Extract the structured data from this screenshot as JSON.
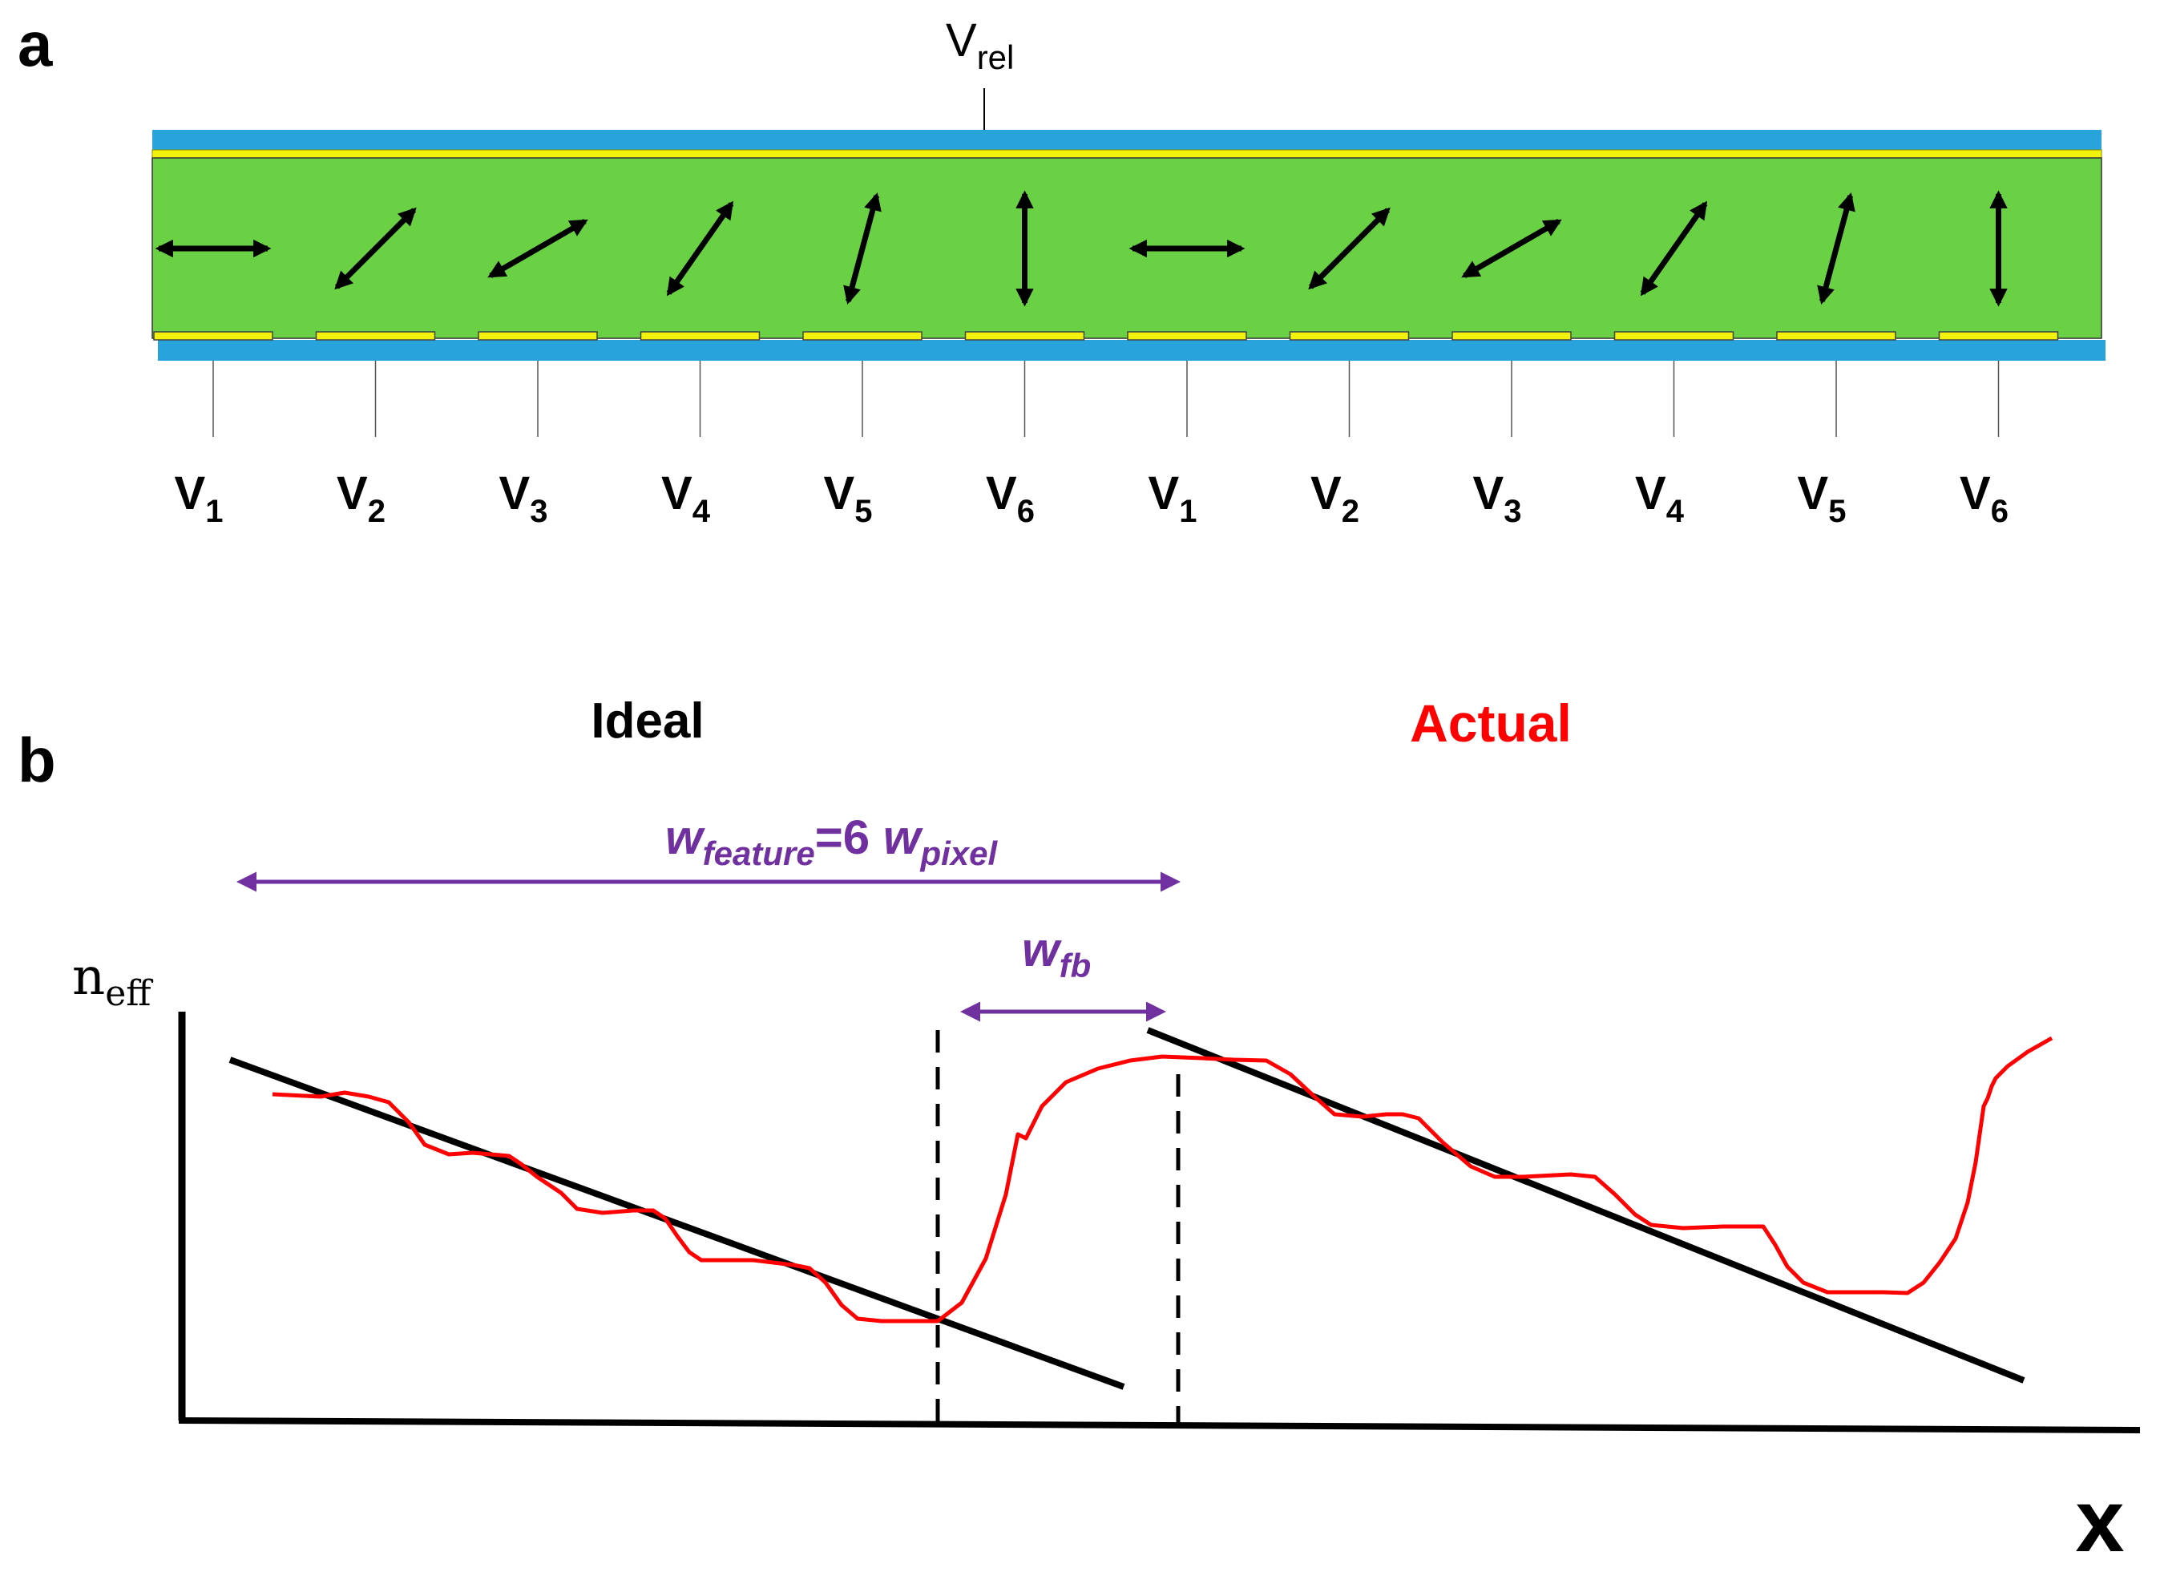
{
  "panel_a": {
    "label": "a",
    "top_electrode": {
      "main": "V",
      "sub": "rel"
    },
    "electrodes": [
      {
        "main": "V",
        "sub": "1",
        "angle_deg": 0
      },
      {
        "main": "V",
        "sub": "2",
        "angle_deg": 45
      },
      {
        "main": "V",
        "sub": "3",
        "angle_deg": 30
      },
      {
        "main": "V",
        "sub": "4",
        "angle_deg": 55
      },
      {
        "main": "V",
        "sub": "5",
        "angle_deg": 75
      },
      {
        "main": "V",
        "sub": "6",
        "angle_deg": 90
      },
      {
        "main": "V",
        "sub": "1",
        "angle_deg": 0
      },
      {
        "main": "V",
        "sub": "2",
        "angle_deg": 45
      },
      {
        "main": "V",
        "sub": "3",
        "angle_deg": 30
      },
      {
        "main": "V",
        "sub": "4",
        "angle_deg": 55
      },
      {
        "main": "V",
        "sub": "5",
        "angle_deg": 75
      },
      {
        "main": "V",
        "sub": "6",
        "angle_deg": 90
      }
    ],
    "colors": {
      "substrate": "#29a3dc",
      "liquid_crystal": "#6ad144",
      "electrode": "#f2f20a",
      "arrow": "#000000"
    }
  },
  "panel_b": {
    "label": "b",
    "ideal_label": "Ideal",
    "actual_label": "Actual",
    "wfeature": {
      "w1": "w",
      "sub1": "feature",
      "mid": "=6 ",
      "w2": "w",
      "sub2": "pixel"
    },
    "wfb": {
      "w": "w",
      "sub": "fb"
    },
    "y_axis": {
      "main": "n",
      "sub": "eff"
    },
    "x_axis": "x",
    "colors": {
      "ideal": "#000000",
      "actual": "#ff0000",
      "annotation": "#7030a0"
    }
  }
}
